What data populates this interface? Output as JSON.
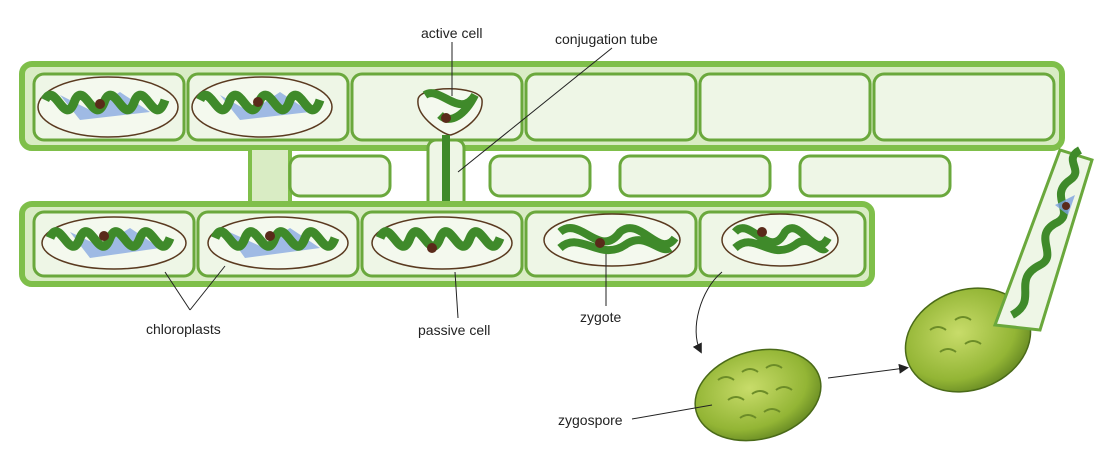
{
  "labels": {
    "active_cell": "active cell",
    "conjugation_tube": "conjugation tube",
    "chloroplasts": "chloroplasts",
    "passive_cell": "passive cell",
    "zygote": "zygote",
    "zygospore": "zygospore"
  },
  "colors": {
    "cell_wall": "#7fbf4a",
    "cell_fill": "#eef6e6",
    "chloroplast": "#3f8a2a",
    "chloroplast_light": "#8cc75a",
    "pyrenoid_blue": "#6a8fd8",
    "nucleus": "#5a2a1a",
    "zygospore": "#9fbf3a",
    "arrow": "#222222"
  }
}
